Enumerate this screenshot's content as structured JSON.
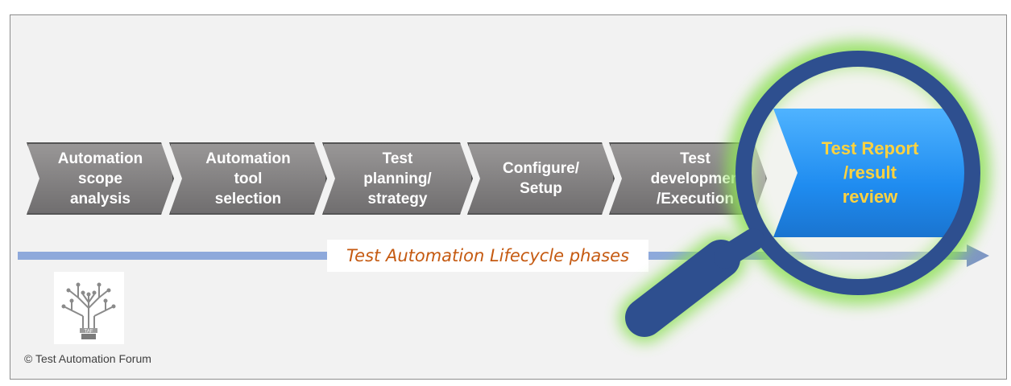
{
  "phases": [
    {
      "label": "Automation\nscope\nanalysis"
    },
    {
      "label": "Automation\ntool\nselection"
    },
    {
      "label": "Test\nplanning/\nstrategy"
    },
    {
      "label": "Configure/\nSetup"
    },
    {
      "label": "Test\ndevelopmen\n/Execution"
    }
  ],
  "final_phase": {
    "label": "Test Report\n/result\nreview"
  },
  "timeline_label": "Test Automation Lifecycle phases",
  "logo": {
    "text": "TAF",
    "icon": "circuit-tree-bulb-icon"
  },
  "copyright": "© Test Automation Forum",
  "magnifier": {
    "icon": "magnifying-glass-icon"
  },
  "colors": {
    "phase_fill": "#7a7879",
    "final_fill": "#2b95f5",
    "final_text": "#ffd23f",
    "magnifier_ring": "#2e4f8f",
    "glow": "#8fe05a",
    "timeline": "#8ea9db",
    "timeline_text": "#c55a11"
  }
}
